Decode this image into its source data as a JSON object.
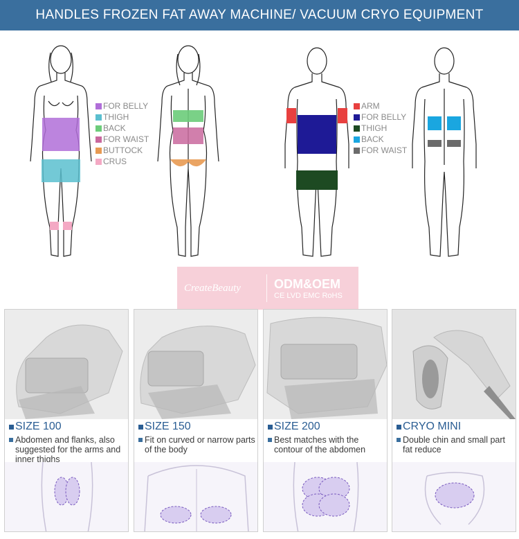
{
  "header": {
    "title": "HANDLES FROZEN FAT AWAY MACHINE/ VACUUM CRYO EQUIPMENT"
  },
  "female_legend": [
    {
      "label": "FOR BELLY",
      "color": "#b06ed8"
    },
    {
      "label": "THIGH",
      "color": "#5bbfcf"
    },
    {
      "label": "BACK",
      "color": "#6ccc7a"
    },
    {
      "label": "FOR WAIST",
      "color": "#c9689e"
    },
    {
      "label": "BUTTOCK",
      "color": "#e89a52"
    },
    {
      "label": "CRUS",
      "color": "#f4a9c4"
    }
  ],
  "male_legend": [
    {
      "label": "ARM",
      "color": "#e8403f"
    },
    {
      "label": "FOR BELLY",
      "color": "#1e1a96"
    },
    {
      "label": "THIGH",
      "color": "#1d4a22"
    },
    {
      "label": "BACK",
      "color": "#1aa6e0"
    },
    {
      "label": "FOR WAIST",
      "color": "#6b6b6b"
    }
  ],
  "watermark": {
    "brand": "CreateBeauty",
    "title": "ODM&OEM",
    "certs": "CE LVD EMC RoHS"
  },
  "cards": [
    {
      "title": "SIZE 100",
      "desc": "Abdomen and flanks, also suggested for the arms and inner thighs"
    },
    {
      "title": "SIZE 150",
      "desc": "Fit on curved or narrow parts of the body"
    },
    {
      "title": "SIZE 200",
      "desc": "Best matches with the contour of the abdomen"
    },
    {
      "title": "CRYO MINI",
      "desc": "Double chin and small part fat reduce"
    }
  ],
  "colors": {
    "banner": "#3a6f9e",
    "card_title": "#2a5d93",
    "zone_outline": "#7a5bbf"
  }
}
